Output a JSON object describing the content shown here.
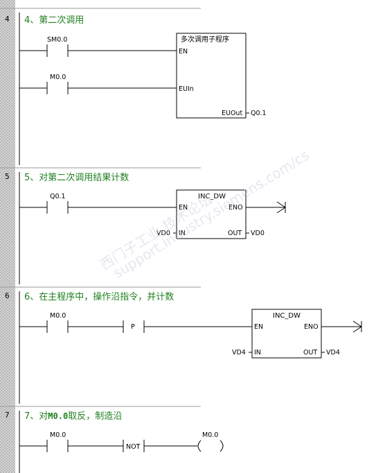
{
  "networks": [
    {
      "number": "4",
      "title": "4、第二次调用",
      "contacts": [
        {
          "label": "SM0.0"
        },
        {
          "label": "M0.0"
        }
      ],
      "block": {
        "title": "多次调用子程序",
        "pins": {
          "en": "EN",
          "in": "EUIn",
          "out": "EUOut"
        },
        "out_operand": "Q0.1"
      }
    },
    {
      "number": "5",
      "title": "5、对第二次调用结果计数",
      "contacts": [
        {
          "label": "Q0.1"
        }
      ],
      "block": {
        "title": "INC_DW",
        "pins": {
          "en": "EN",
          "eno": "ENO",
          "in": "IN",
          "out": "OUT"
        },
        "in_operand": "VD0",
        "out_operand": "VD0"
      }
    },
    {
      "number": "6",
      "title": "6、在主程序中，操作沿指令，并计数",
      "contacts": [
        {
          "label": "M0.0"
        }
      ],
      "edge_label": "P",
      "block": {
        "title": "INC_DW",
        "pins": {
          "en": "EN",
          "eno": "ENO",
          "in": "IN",
          "out": "OUT"
        },
        "in_operand": "VD4",
        "out_operand": "VD4"
      }
    },
    {
      "number": "7",
      "title_pre": "7、对",
      "title_bold": "M0.0",
      "title_post": "取反，制造沿",
      "contacts": [
        {
          "label": "M0.0"
        }
      ],
      "not_label": "NOT",
      "coil": {
        "label": "M0.0"
      }
    }
  ],
  "watermark": {
    "line1": "西门子工业 技术论坛",
    "line2": "support.industry.siemens.com/cs"
  },
  "colors": {
    "title_green": "#1f7f1f",
    "gutter": "#c6c6c6"
  }
}
